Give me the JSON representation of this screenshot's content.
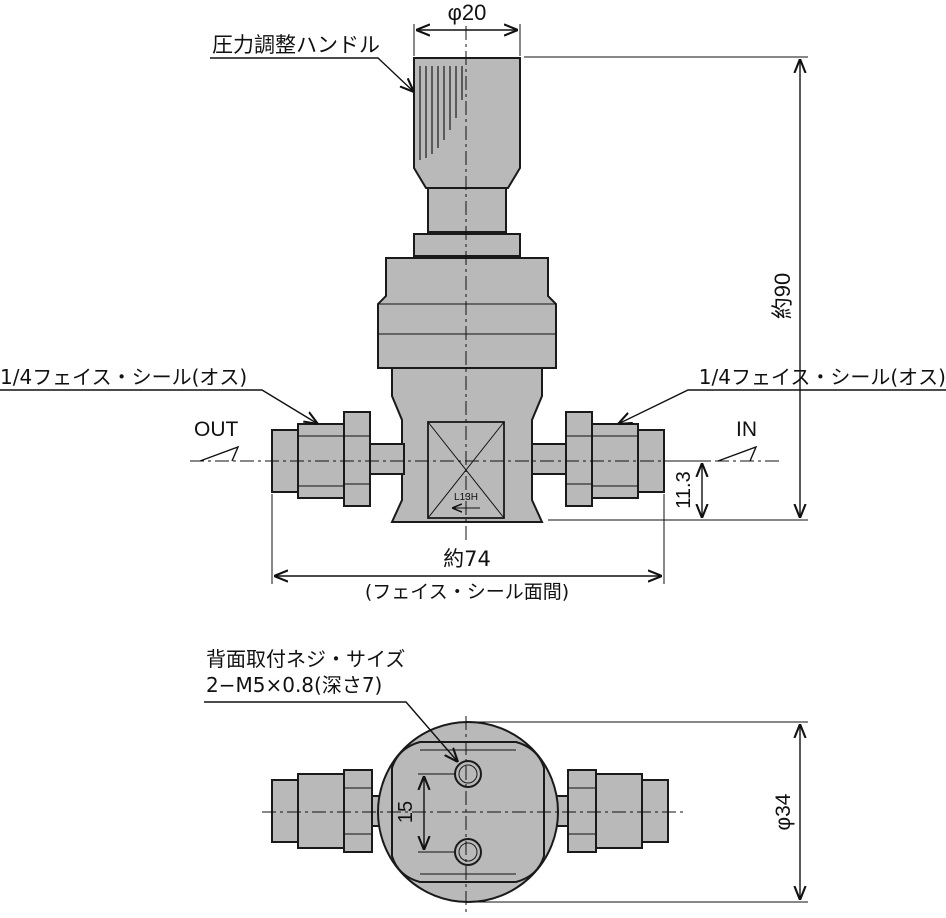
{
  "labels": {
    "handle": "圧力調整ハンドル",
    "face_seal_out": "1/4フェイス・シール(オス)",
    "face_seal_in": "1/4フェイス・シール(オス)",
    "out": "OUT",
    "in": "IN",
    "marking": "L13H",
    "mount_line1": "背面取付ネジ・サイズ",
    "mount_line2": "2−M5×0.8(深さ7)"
  },
  "dimensions": {
    "diameter_top": "φ20",
    "height": "約90",
    "port_height": "11.3",
    "face_to_face": "約74",
    "face_to_face_note": "(フェイス・シール面間)",
    "hole_pitch": "15",
    "diameter_body": "φ34"
  },
  "colors": {
    "part_fill": "#b9b9b9",
    "outline": "#1a1a1a",
    "background": "#ffffff"
  }
}
